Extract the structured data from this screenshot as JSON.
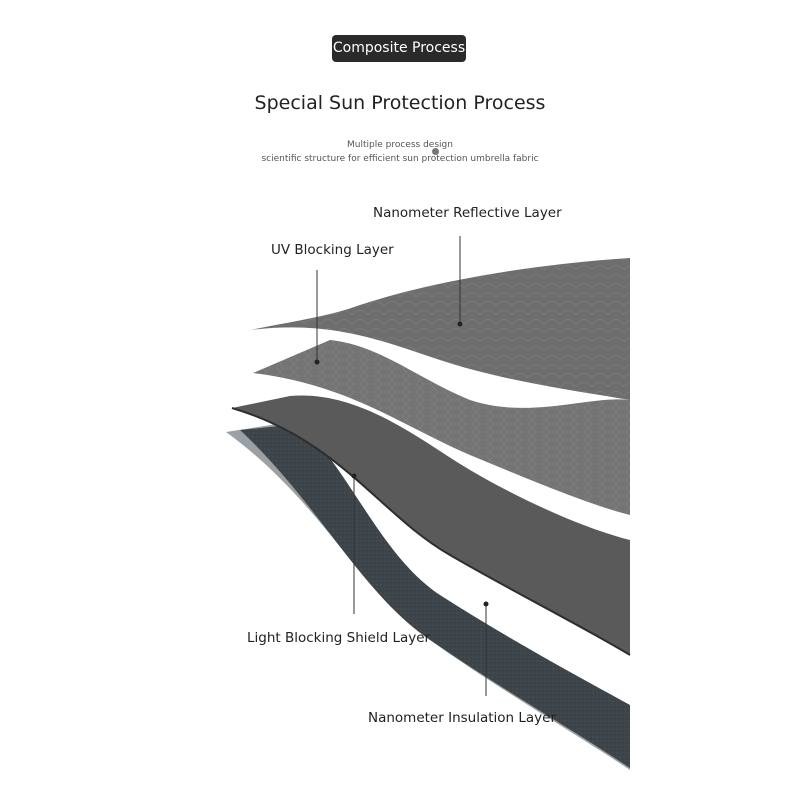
{
  "badge": "Composite Process",
  "title": "Special Sun Protection Process",
  "subtitle_line1": "Multiple process design",
  "subtitle_line2": "scientific structure for efficient sun protection umbrella fabric",
  "layers": [
    {
      "label": "Nanometer Reflective Layer",
      "color": "#6e6e6e"
    },
    {
      "label": "UV Blocking Layer",
      "color": "#747474"
    },
    {
      "label": "Light Blocking Shield Layer",
      "color": "#5a5a5a"
    },
    {
      "label": "Nanometer Insulation Layer",
      "color": "#3d454a"
    }
  ]
}
